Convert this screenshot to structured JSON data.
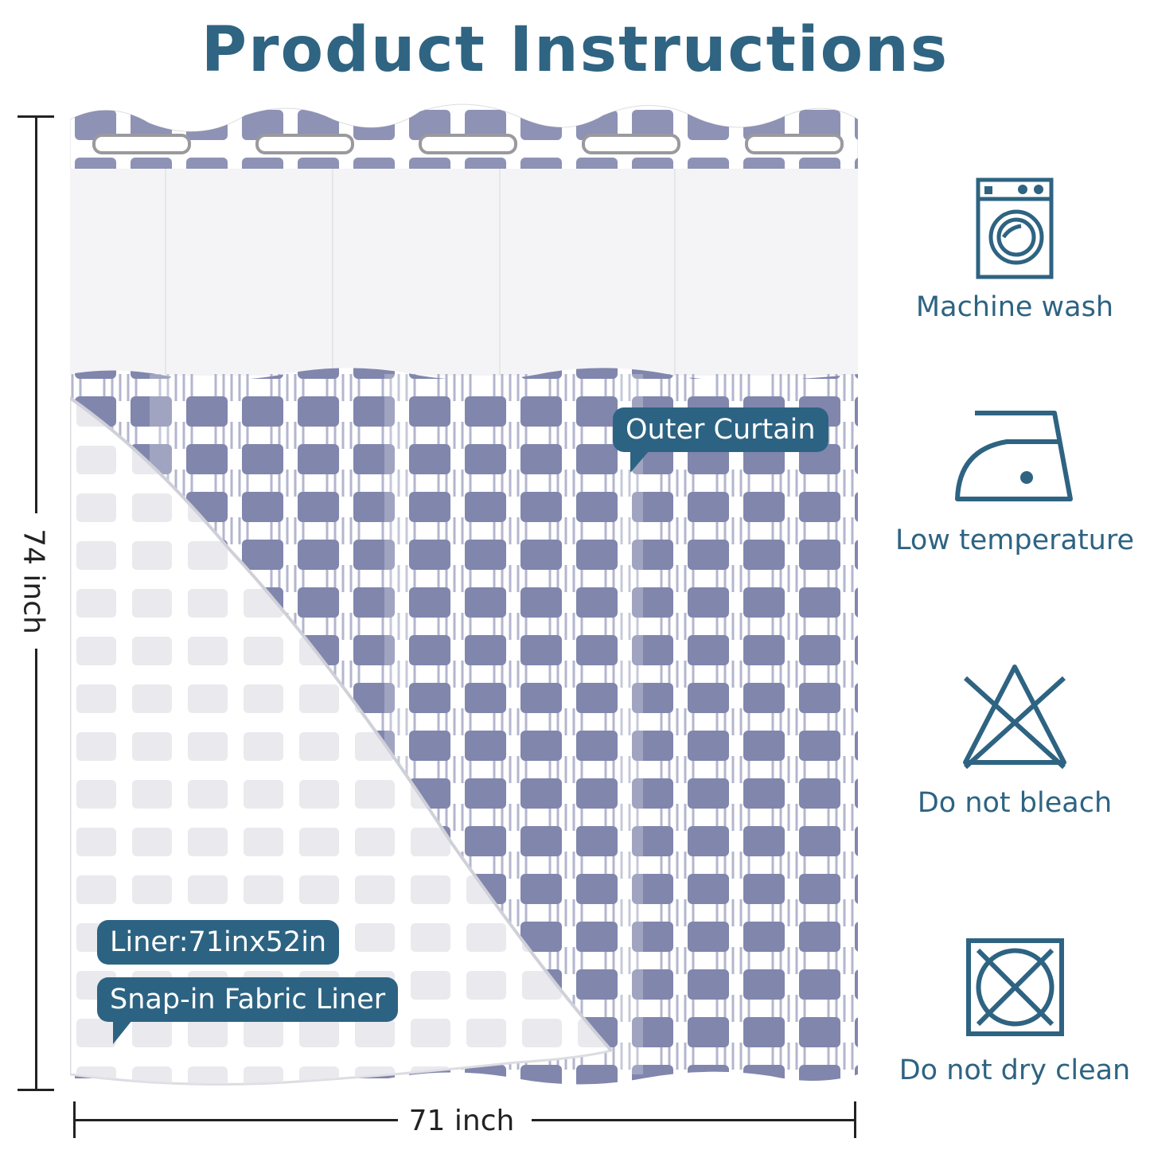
{
  "title": "Product Instructions",
  "dimensions": {
    "height": "74 inch",
    "width": "71 inch"
  },
  "callouts": {
    "outer": "Outer Curtain",
    "liner_size": "Liner:71inx52in",
    "liner_type": "Snap-in Fabric Liner"
  },
  "care": [
    {
      "label": "Machine wash",
      "icon": "washing-machine-icon"
    },
    {
      "label": "Low temperature",
      "icon": "iron-low-icon"
    },
    {
      "label": "Do not bleach",
      "icon": "no-bleach-icon"
    },
    {
      "label": "Do not dry clean",
      "icon": "no-dry-clean-icon"
    }
  ],
  "colors": {
    "accent": "#2f6482",
    "pattern": "#8186ad",
    "callout_bg": "#2d6382"
  }
}
